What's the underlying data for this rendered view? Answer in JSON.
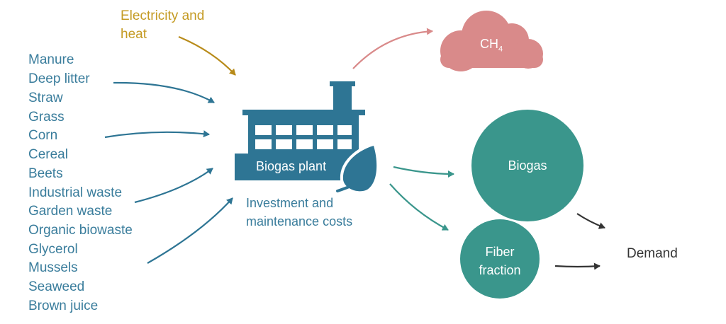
{
  "inputs": {
    "energy_label_line1": "Electricity and",
    "energy_label_line2": "heat",
    "feedstocks": [
      "Manure",
      "Deep litter",
      "Straw",
      "Grass",
      "Corn",
      "Cereal",
      "Beets",
      "Industrial waste",
      "Garden waste",
      "Organic biowaste",
      "Glycerol",
      "Mussels",
      "Seaweed",
      "Brown juice"
    ]
  },
  "plant": {
    "label": "Biogas plant",
    "costs_line1": "Investment and",
    "costs_line2": "maintenance costs"
  },
  "outputs": {
    "emission": {
      "base": "CH",
      "subscript": "4"
    },
    "biogas": "Biogas",
    "fiber_line1": "Fiber",
    "fiber_line2": "fraction",
    "demand": "Demand"
  },
  "colors": {
    "feed_text": "#3a7d9c",
    "energy_text": "#c49a22",
    "factory": "#2e7594",
    "leaf": "#2e7594",
    "emission_cloud": "#d98a8a",
    "output_circle": "#3a968c",
    "arrow_blue": "#2e7594",
    "arrow_gold": "#b88b1a",
    "arrow_pink": "#d98a8a",
    "arrow_teal": "#3a968c",
    "arrow_dark": "#333333"
  },
  "icons": {
    "factory": "factory-icon",
    "leaf": "leaf-icon",
    "cloud": "cloud-icon"
  }
}
